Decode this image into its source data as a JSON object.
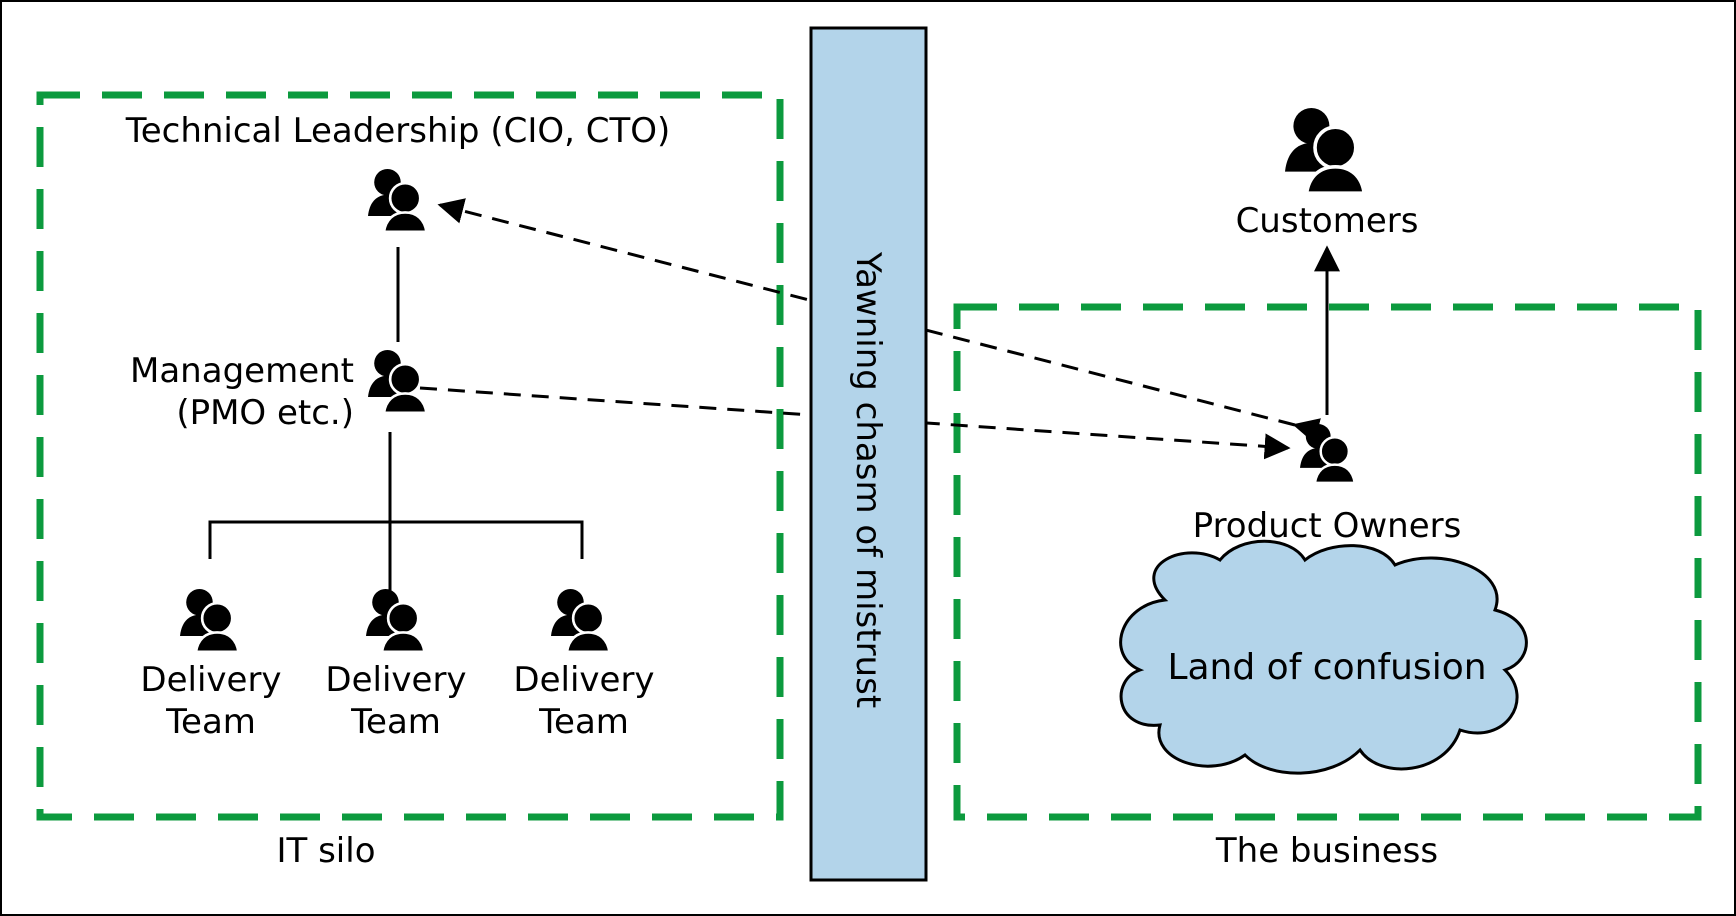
{
  "colors": {
    "frame": "#000000",
    "silo_dash": "#0c9a3e",
    "chasm_fill": "#b3d4ea",
    "cloud_fill": "#b3d4ea",
    "ink": "#000000"
  },
  "icons": {
    "people": "people-group-icon"
  },
  "it_silo": {
    "label": "IT silo",
    "leadership_label": "Technical Leadership (CIO, CTO)",
    "management_label_line1": "Management",
    "management_label_line2": "(PMO etc.)",
    "teams": [
      {
        "line1": "Delivery",
        "line2": "Team"
      },
      {
        "line1": "Delivery",
        "line2": "Team"
      },
      {
        "line1": "Delivery",
        "line2": "Team"
      }
    ]
  },
  "chasm": {
    "label": "Yawning chasm of mistrust"
  },
  "business": {
    "label": "The business",
    "customers_label": "Customers",
    "product_owners_label": "Product Owners",
    "cloud_label": "Land of confusion"
  }
}
